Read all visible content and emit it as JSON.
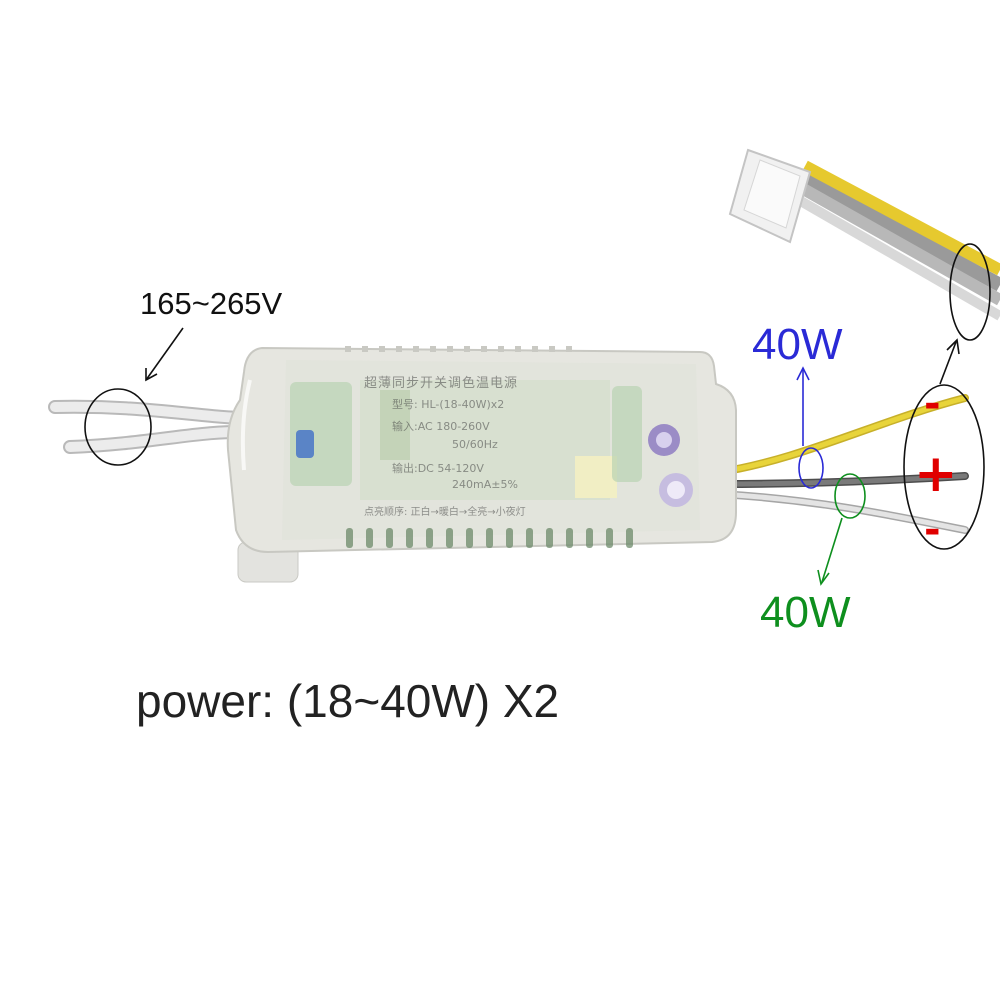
{
  "annotations": {
    "input_voltage": "165~265V",
    "output_channel_a": "40W",
    "output_channel_b": "40W",
    "polarity_negative_top": "-",
    "polarity_positive": "+",
    "polarity_negative_bottom": "-",
    "power_caption": "power: (18~40W) X2"
  },
  "device_print": {
    "title": "超薄同步开关调色温电源",
    "model": "型号: HL-(18-40W)x2",
    "input": "输入:AC 180-260V",
    "frequency": "50/60Hz",
    "output": "输出:DC 54-120V",
    "current": "240mA±5%",
    "order": "点亮顺序: 正白→暖白→全亮→小夜灯"
  },
  "colors": {
    "channel_a_annotation": "#2a2ad6",
    "channel_b_annotation": "#0e8f1e",
    "polarity_marks": "#e00000",
    "wire_yellow": "#e8d43a",
    "wire_gray": "#7a7a7a",
    "wire_white": "#dcdcdc"
  }
}
